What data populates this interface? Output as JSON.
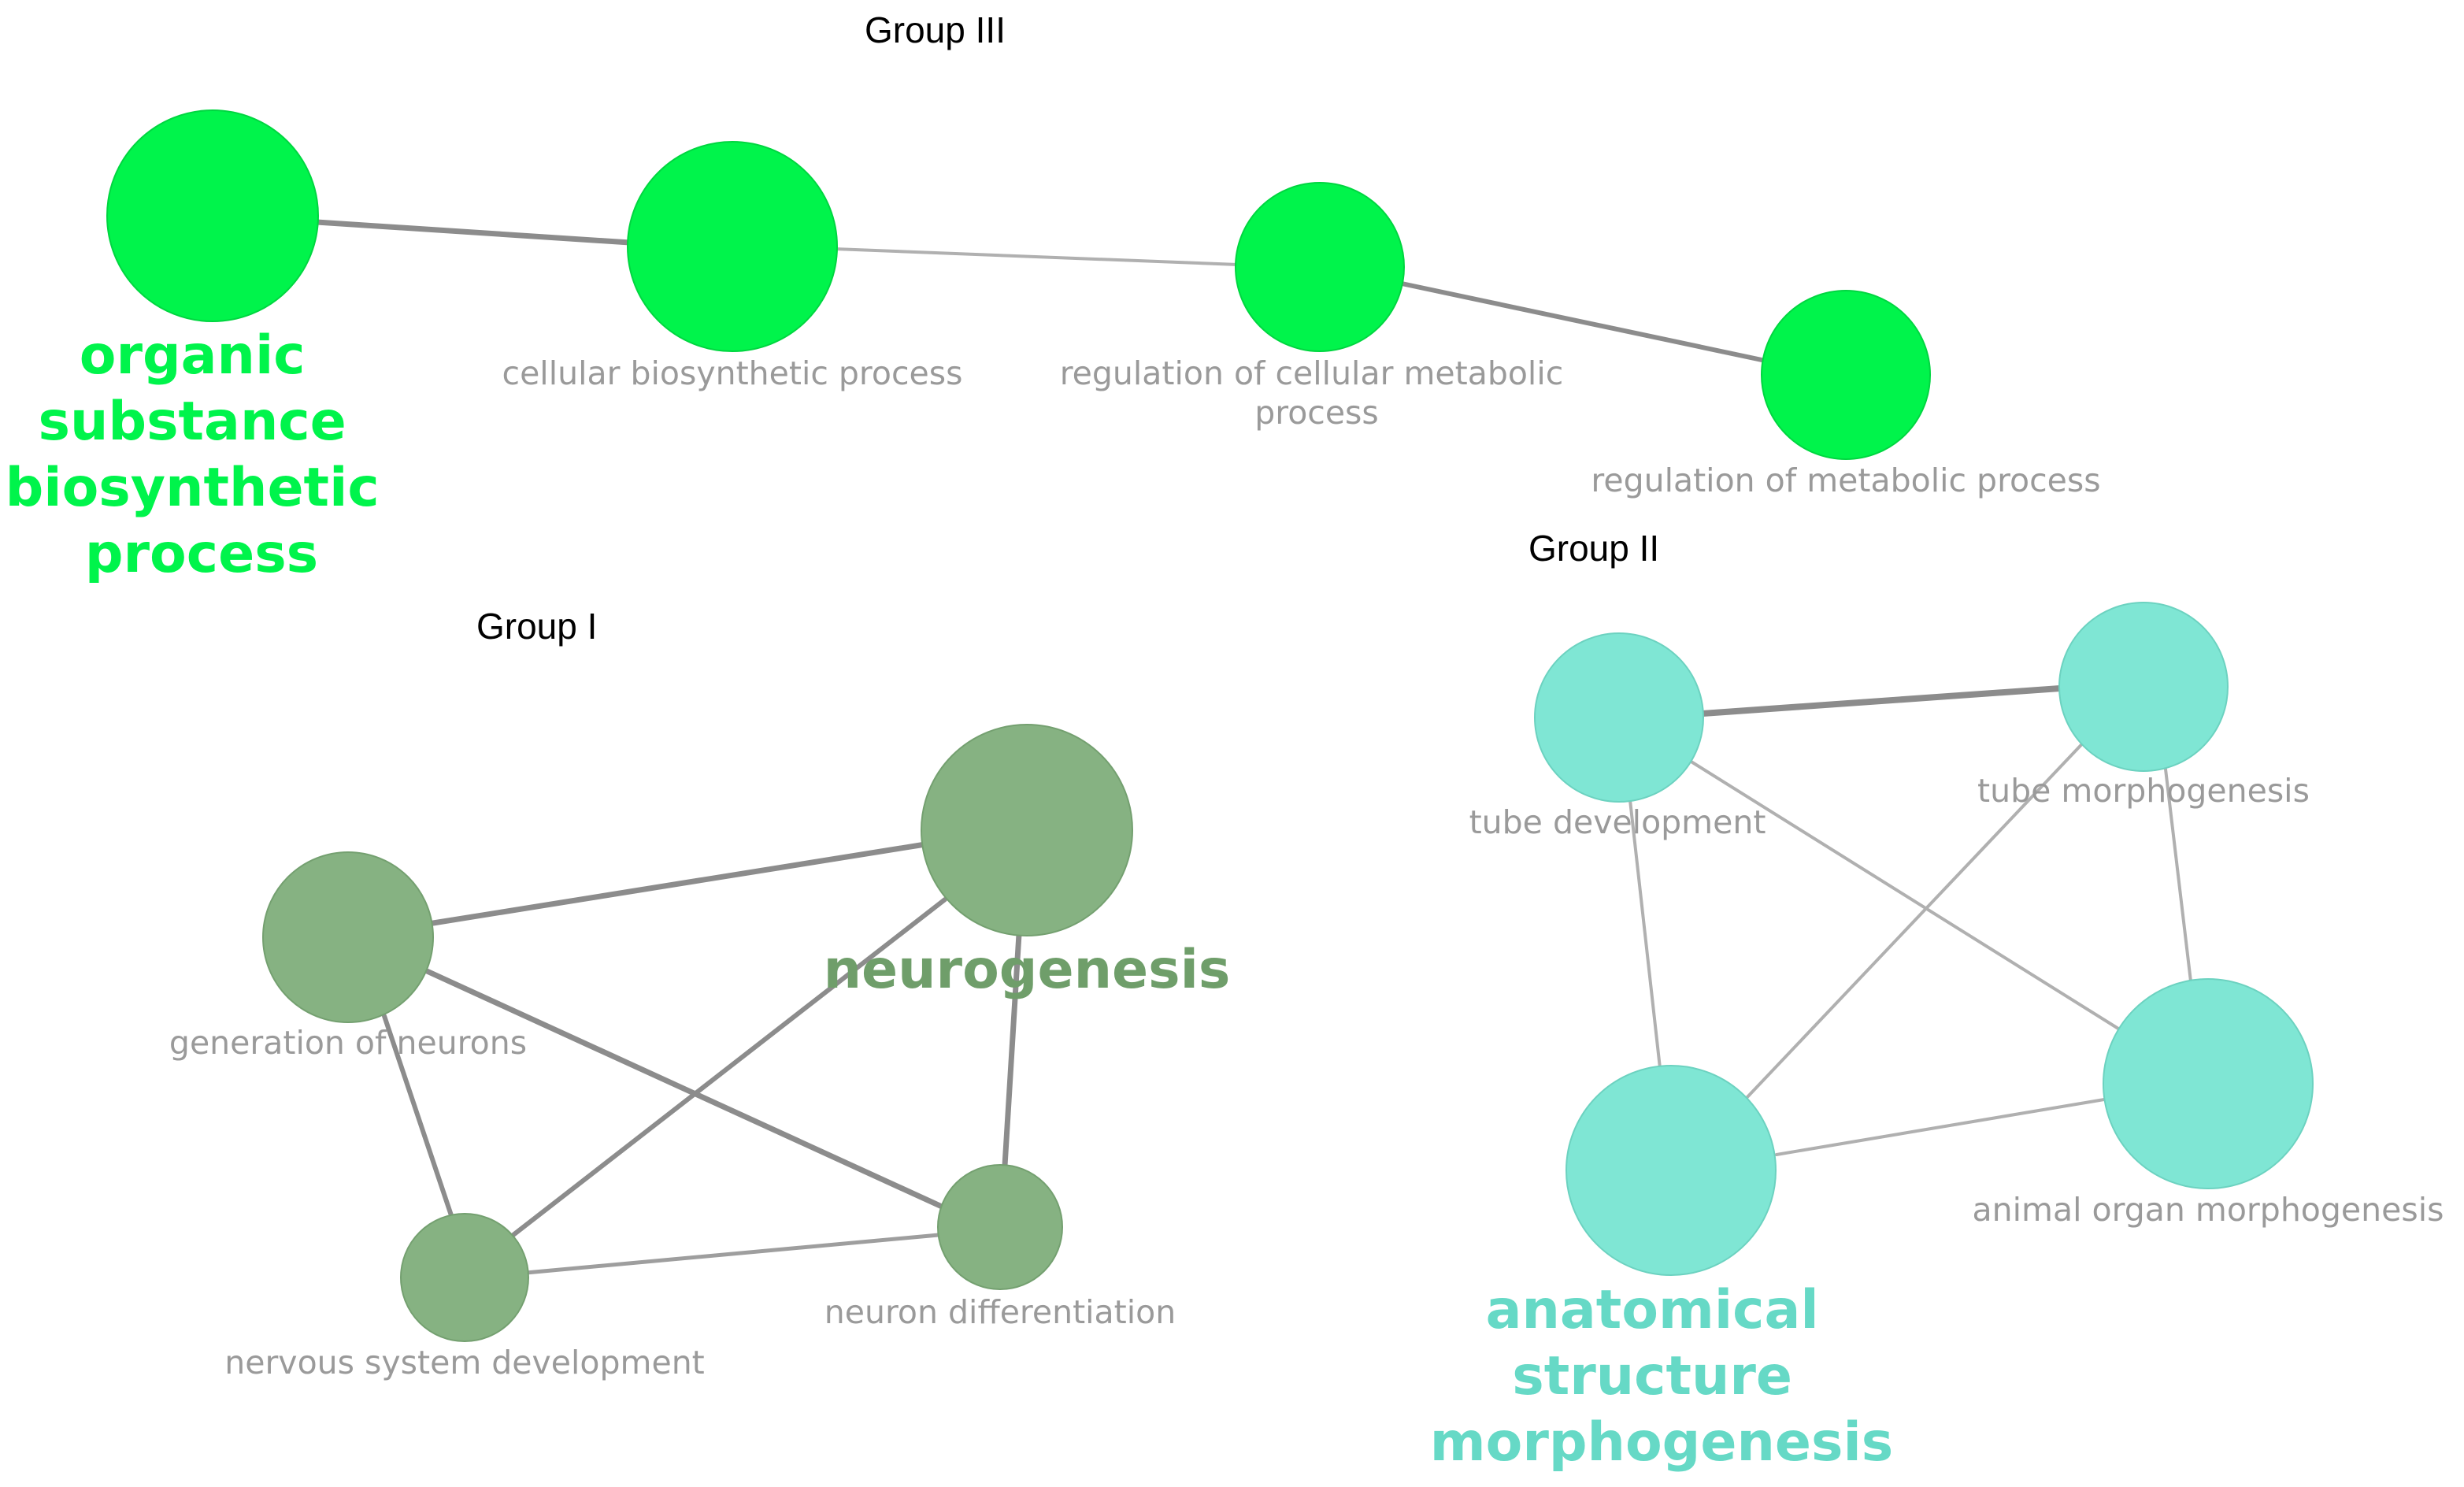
{
  "colors": {
    "group_iii": "#00f44b",
    "group_i": "#86b282",
    "group_ii": "#7fe6d4",
    "edge_dark": "#8c8c8c",
    "edge_light": "#b0b0b0",
    "label": "#9a9a9a"
  },
  "groups": {
    "g3": "Group III",
    "g1": "Group I",
    "g2": "Group II"
  },
  "nodes": {
    "organic": [
      "organic",
      "substance",
      "biosynthetic",
      "process"
    ],
    "cellular_biosynthetic": "cellular biosynthetic process",
    "regulation_cellular_metabolic": [
      "regulation of cellular metabolic",
      "process"
    ],
    "regulation_metabolic": "regulation of metabolic process",
    "generation_of_neurons": "generation of neurons",
    "neurogenesis": "neurogenesis",
    "nervous_system_development": "nervous system development",
    "neuron_differentiation": "neuron differentiation",
    "tube_development": "tube development",
    "tube_morphogenesis": "tube morphogenesis",
    "animal_organ_morphogenesis": "animal organ morphogenesis",
    "anatomical": [
      "anatomical",
      "structure",
      "morphogenesis"
    ]
  }
}
